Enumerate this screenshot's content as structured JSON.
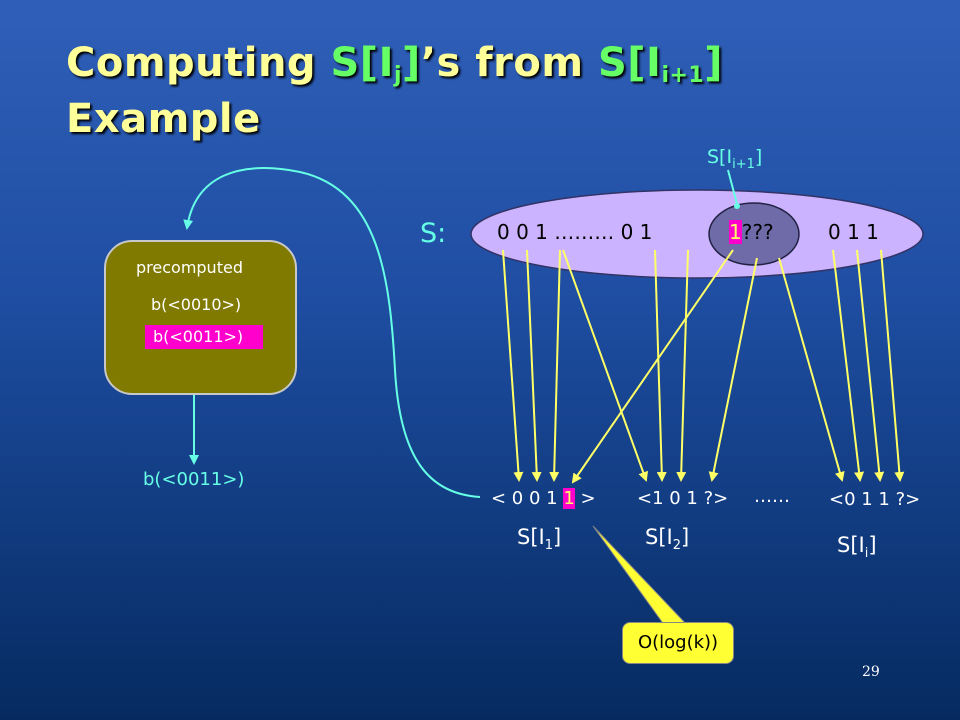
{
  "title": {
    "part1": "Computing ",
    "s_prefix": "S[I",
    "sub_j": "j",
    "s_close": "]",
    "part2": "’s  from ",
    "s2_prefix": "S[I",
    "sub_i1": "i+1",
    "s2_close": "]",
    "line2": "Example"
  },
  "label_s_i1": {
    "prefix": "S[I",
    "sub": "i+1",
    "close": "]"
  },
  "string_label": "S:",
  "string": {
    "part_a": "0 0  1 ………  0  1",
    "highlight": "1",
    "part_b": "???",
    "part_c": "0  1  1"
  },
  "precomputed": {
    "heading": "precomputed",
    "item1": "b(<0010>)",
    "item2": "b(<0011>)"
  },
  "output_b": "b(<0011>)",
  "tuples": {
    "t1_pre": "< 0 0 1 ",
    "t1_hl": "1",
    "t1_post": " >",
    "t2": "<1 0 1 ?>",
    "dots": "……",
    "t3": "<0 1 1 ?>"
  },
  "sets": {
    "s1": {
      "prefix": "S[I",
      "sub": "1",
      "close": "]"
    },
    "s2": {
      "prefix": "S[I",
      "sub": "2",
      "close": "]"
    },
    "si": {
      "prefix": "S[I",
      "sub": "i",
      "close": "]"
    }
  },
  "hint": "O(log(k))",
  "page_number": "29",
  "colors": {
    "ellipse_fill": "#ccb3ff",
    "inner_circle_fill": "#6f6aa8",
    "arrow_yellow": "#ffff66",
    "arrow_cyan": "#66ffe6",
    "magenta": "#ff00cc",
    "olive": "#807b00"
  }
}
